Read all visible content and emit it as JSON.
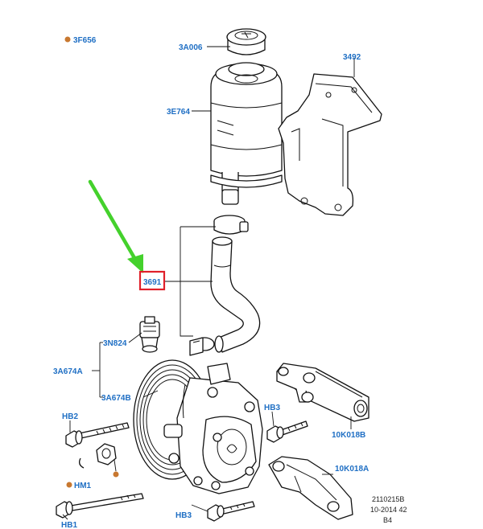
{
  "colors": {
    "label": "#1f6fc4",
    "marker": "#c87830",
    "arrow": "#44d12c",
    "highlight": "#e0202a"
  },
  "labels": {
    "l3f656": "3F656",
    "l3a006": "3A006",
    "l3492": "3492",
    "l3e764": "3E764",
    "l3691": "3691",
    "l3n824": "3N824",
    "l3a674a": "3A674A",
    "l3a674b": "3A674B",
    "hb2": "HB2",
    "hb3a": "HB3",
    "l10k018b": "10K018B",
    "hm1": "HM1",
    "l10k018a": "10K018A",
    "hb3b": "HB3",
    "hb1": "HB1"
  },
  "reference": {
    "line1": "2110215B",
    "line2": "10-2014 42",
    "line3": "B4"
  }
}
